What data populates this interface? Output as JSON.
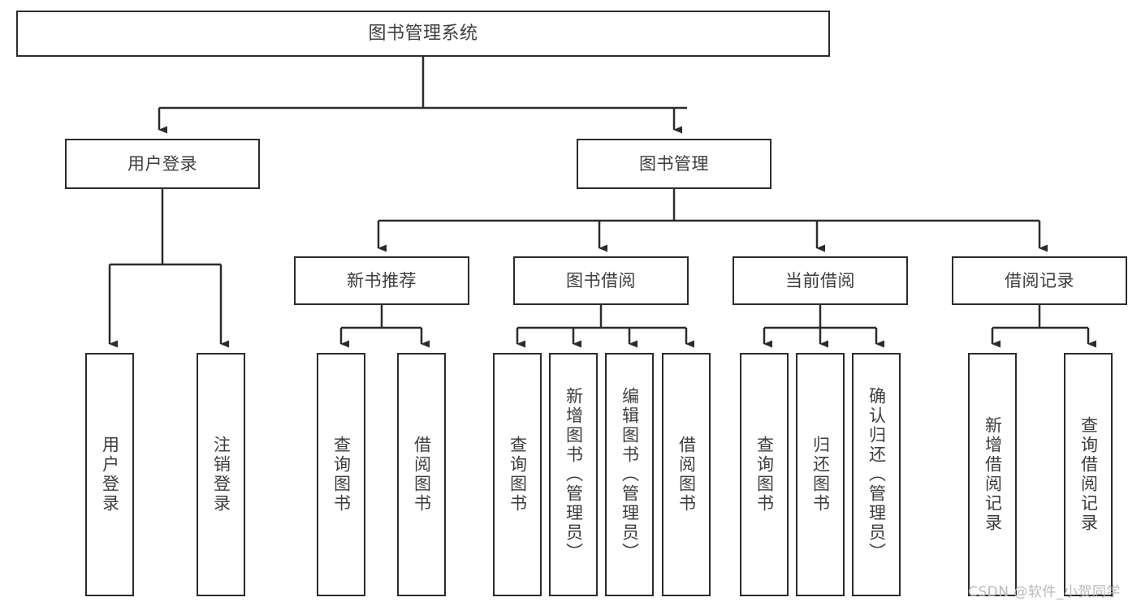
{
  "diagram": {
    "title": "图书管理系统",
    "type": "tree-hierarchy-diagram",
    "colors": {
      "box_border": "#2b2b2b",
      "box_fill": "#ffffff",
      "text": "#3d3d3d",
      "edge": "#2b2b2b",
      "watermark": "#b9b9b9",
      "background": "#ffffff"
    },
    "nodes": {
      "root": {
        "label": "图书管理系统"
      },
      "level2": [
        {
          "label": "用户登录"
        },
        {
          "label": "图书管理"
        }
      ],
      "level3": [
        {
          "label": "新书推荐"
        },
        {
          "label": "图书借阅"
        },
        {
          "label": "当前借阅"
        },
        {
          "label": "借阅记录"
        }
      ],
      "leaves": {
        "user_login": [
          {
            "label": "用户登录"
          },
          {
            "label": "注销登录"
          }
        ],
        "new_book_recommend": [
          {
            "label": "查询图书"
          },
          {
            "label": "借阅图书"
          }
        ],
        "book_borrow": [
          {
            "label": "查询图书"
          },
          {
            "label": "新增图书（管理员）"
          },
          {
            "label": "编辑图书（管理员）"
          },
          {
            "label": "借阅图书"
          }
        ],
        "current_borrow": [
          {
            "label": "查询图书"
          },
          {
            "label": "归还图书"
          },
          {
            "label": "确认归还（管理员）"
          }
        ],
        "borrow_record": [
          {
            "label": "新增借阅记录"
          },
          {
            "label": "查询借阅记录"
          }
        ]
      }
    },
    "watermark": "CSDN @软件_小贺同学"
  }
}
